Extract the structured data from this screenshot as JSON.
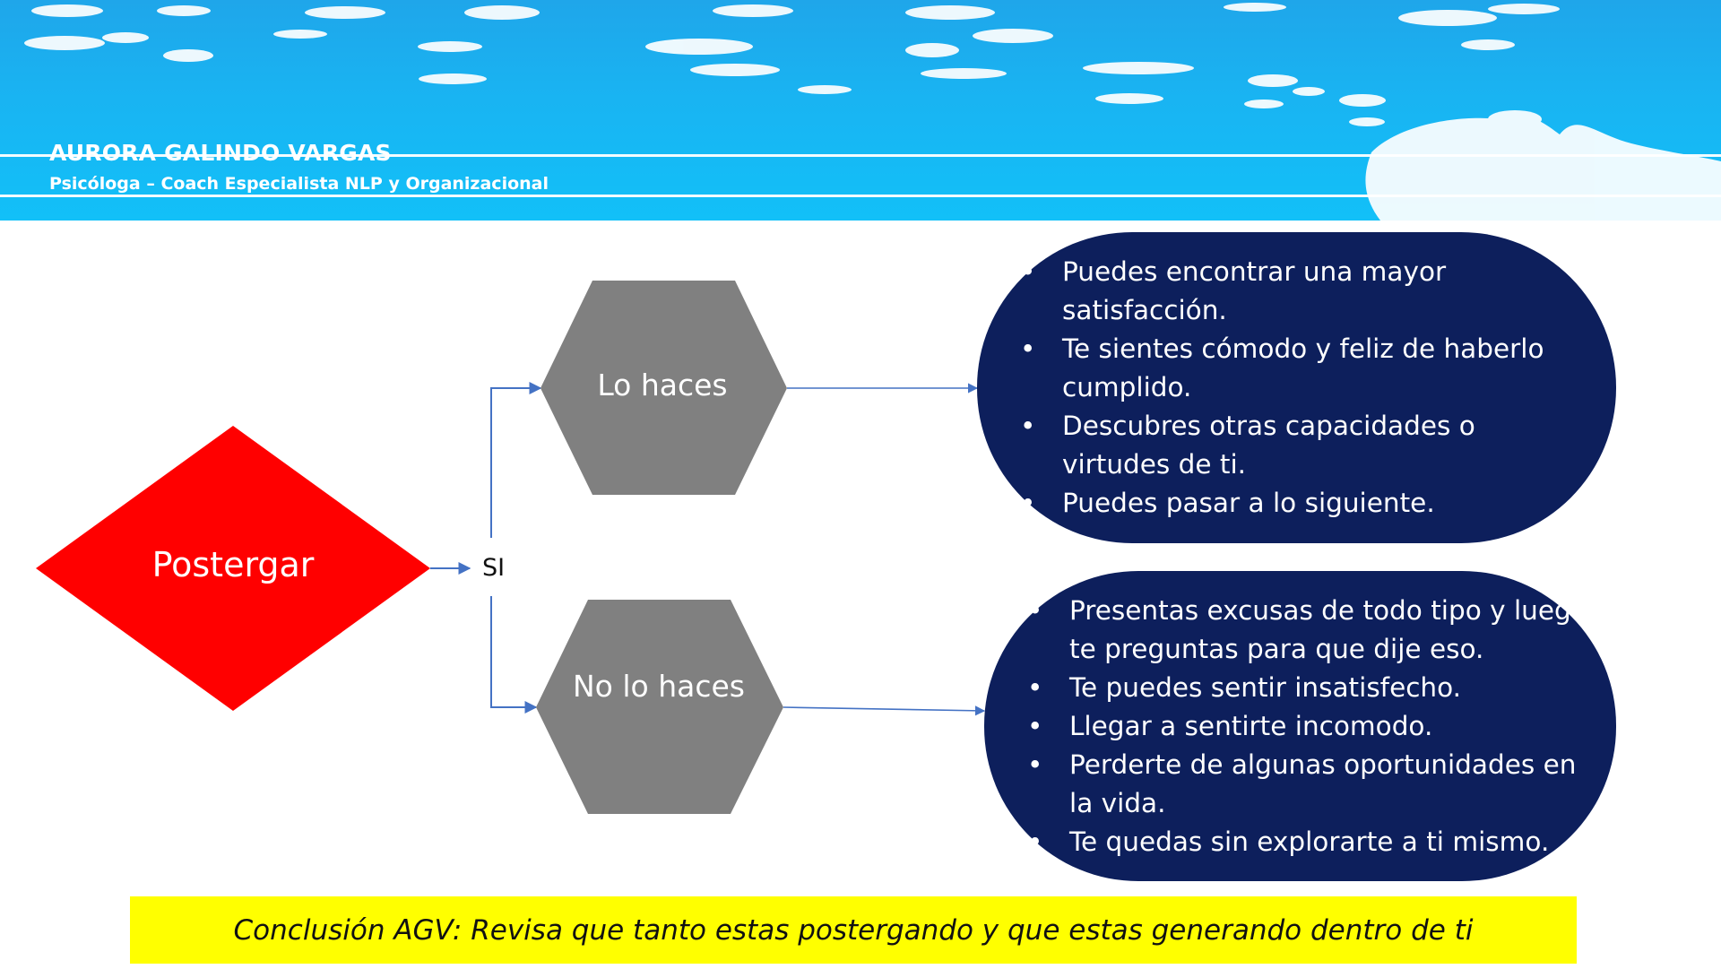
{
  "header": {
    "name": "AURORA GALINDO VARGAS",
    "role": "Psicóloga – Coach Especialista NLP y Organizacional"
  },
  "diagram": {
    "decision": {
      "label": "Postergar",
      "color": "#ff0000"
    },
    "branch_label": "SI",
    "branches": [
      {
        "label": "Lo haces",
        "consequences": [
          "Puedes encontrar una mayor satisfacción.",
          "Te sientes cómodo y feliz de haberlo cumplido.",
          "Descubres otras capacidades o virtudes de ti.",
          "Puedes pasar a lo siguiente."
        ]
      },
      {
        "label": "No lo haces",
        "consequences": [
          "Presentas excusas de todo tipo y luego te preguntas para que dije eso.",
          "Te puedes sentir insatisfecho.",
          "Llegar a sentirte incomodo.",
          "Perderte de algunas oportunidades en la vida.",
          "Te quedas sin explorarte a ti mismo."
        ]
      }
    ],
    "colors": {
      "hexagon": "#808080",
      "consequence_box": "#0d1f5c",
      "connector": "#4472c4"
    }
  },
  "conclusion": {
    "text": "Conclusión AGV: Revisa que tanto estas postergando y que estas generando dentro de ti",
    "background": "#ffff00"
  }
}
